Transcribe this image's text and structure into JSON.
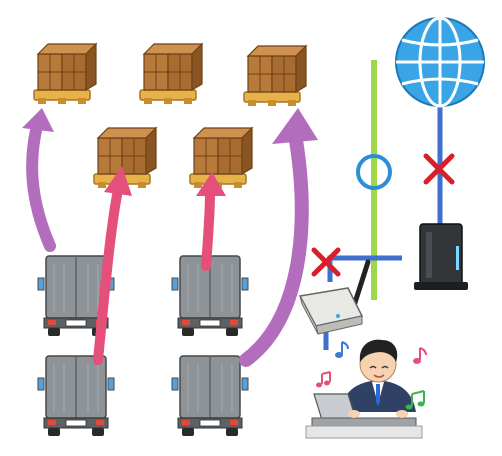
{
  "scene": {
    "kind": "illustration",
    "colors": {
      "box": "#b87a3a",
      "box_dark": "#8a5522",
      "pallet": "#e8b24a",
      "truck": "#8e9397",
      "truck_dark": "#5c6166",
      "arrow_purple": "#b36dbd",
      "arrow_pink": "#e4507a",
      "line_green": "#9ed84a",
      "line_blue": "#3f6fcf",
      "globe": "#3aa5e6",
      "cross": "#d91e2a",
      "circle": "#2a8fd6"
    },
    "icons": [
      "cardboard-boxes-on-pallet",
      "truck-rear",
      "globe-icon",
      "router-icon",
      "wifi-router-icon",
      "worker-at-laptop",
      "music-note-icon",
      "cross-mark-icon",
      "circle-mark-icon"
    ]
  }
}
